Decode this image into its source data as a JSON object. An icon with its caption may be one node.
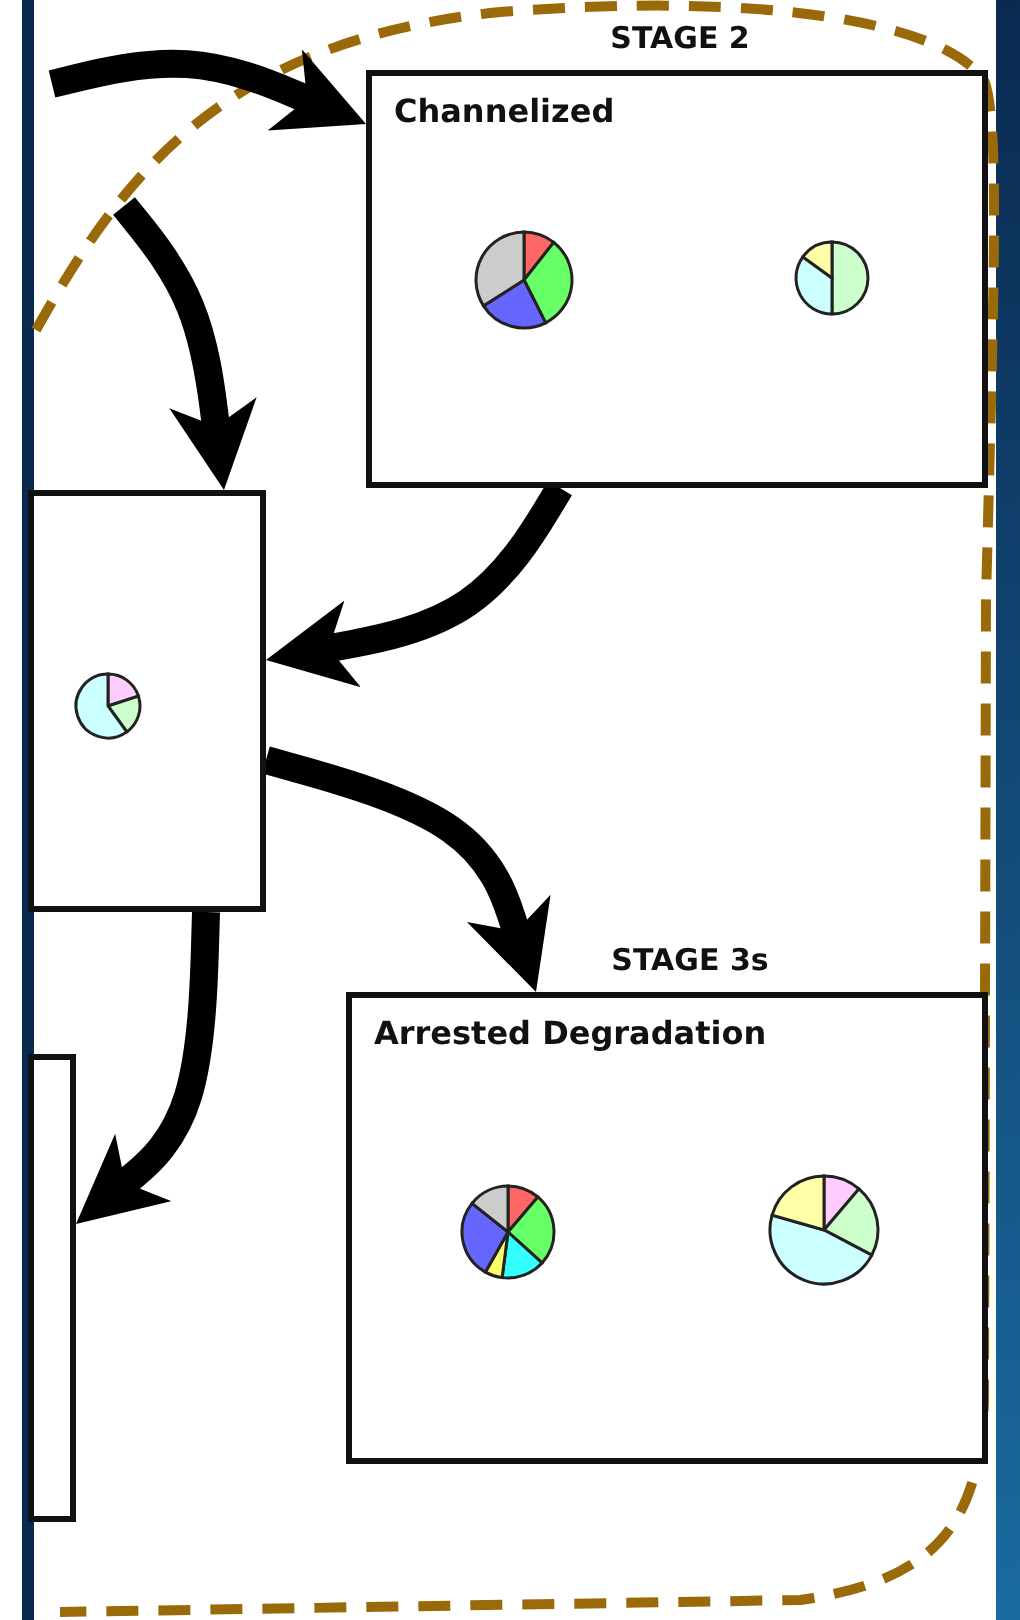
{
  "diagram": {
    "nodes": [
      {
        "text": [
          "STAGE 2",
          "Channelized"
        ]
      },
      {
        "text": [],
        "shape": "box"
      },
      {
        "text": [
          "STAGE 3s",
          "Arrested Degradation"
        ]
      },
      {
        "text": [],
        "shape": "box"
      }
    ],
    "edges": [
      {
        "from": null,
        "to": 0,
        "arrow": "to"
      },
      {
        "from": null,
        "to": 1,
        "arrow": "to"
      },
      {
        "from": 0,
        "to": 1,
        "arrow": "to"
      },
      {
        "from": 1,
        "to": 2,
        "arrow": "to"
      },
      {
        "from": 1,
        "to": 3,
        "arrow": "to"
      }
    ]
  }
}
